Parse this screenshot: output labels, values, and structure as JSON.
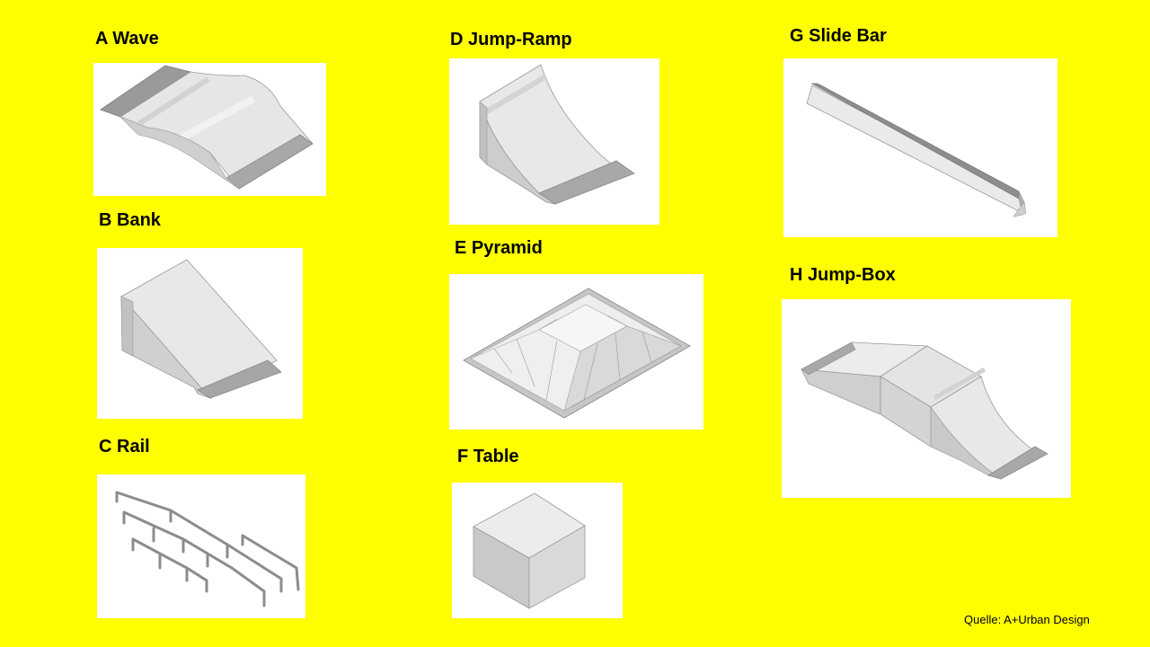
{
  "slide": {
    "background": "#FFFF00",
    "source": "Quelle: A+Urban Design"
  },
  "items": [
    {
      "label": "A Wave"
    },
    {
      "label": "B Bank"
    },
    {
      "label": "C Rail"
    },
    {
      "label": "D Jump-Ramp"
    },
    {
      "label": "E Pyramid"
    },
    {
      "label": "F Table"
    },
    {
      "label": "G Slide Bar"
    },
    {
      "label": "H Jump-Box"
    }
  ]
}
